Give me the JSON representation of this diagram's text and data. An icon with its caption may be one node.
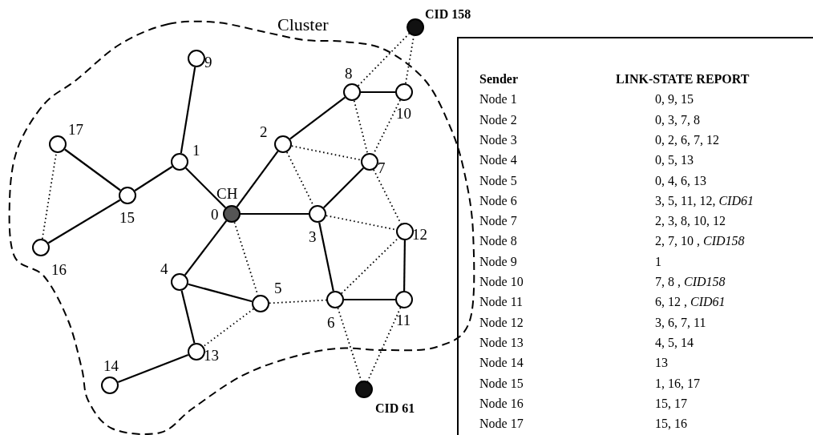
{
  "diagram": {
    "nodes": [
      {
        "text": [
          "Cluster"
        ]
      },
      {
        "text": [
          "0"
        ],
        "beside": [
          "CH"
        ],
        "in": 0
      },
      {
        "text": [
          "1"
        ],
        "in": 0
      },
      {
        "text": [
          "2"
        ],
        "in": 0
      },
      {
        "text": [
          "3"
        ],
        "in": 0
      },
      {
        "text": [
          "4"
        ],
        "in": 0
      },
      {
        "text": [
          "5"
        ],
        "in": 0
      },
      {
        "text": [
          "6"
        ],
        "in": 0
      },
      {
        "text": [
          "7"
        ],
        "in": 0
      },
      {
        "text": [
          "8"
        ],
        "in": 0
      },
      {
        "text": [
          "9"
        ],
        "in": 0
      },
      {
        "text": [
          "10"
        ],
        "in": 0
      },
      {
        "text": [
          "11"
        ],
        "in": 0
      },
      {
        "text": [
          "12"
        ],
        "in": 0
      },
      {
        "text": [
          "13"
        ],
        "in": 0
      },
      {
        "text": [
          "14"
        ],
        "in": 0
      },
      {
        "text": [
          "15"
        ],
        "in": 0
      },
      {
        "text": [
          "16"
        ],
        "in": 0
      },
      {
        "text": [
          "17"
        ],
        "in": 0
      },
      {
        "text": [
          "CID 158"
        ]
      },
      {
        "text": [
          "CID 61"
        ]
      }
    ],
    "edges": [
      {
        "from": 1,
        "to": 2,
        "arrow": "none"
      },
      {
        "from": 1,
        "to": 3,
        "arrow": "none"
      },
      {
        "from": 1,
        "to": 4,
        "arrow": "none"
      },
      {
        "from": 1,
        "to": 5,
        "arrow": "none"
      },
      {
        "from": 2,
        "to": 10,
        "arrow": "none"
      },
      {
        "from": 2,
        "to": 16,
        "arrow": "none"
      },
      {
        "from": 16,
        "to": 18,
        "arrow": "none"
      },
      {
        "from": 16,
        "to": 17,
        "arrow": "none"
      },
      {
        "from": 17,
        "to": 18,
        "arrow": "none",
        "style": "dashed"
      },
      {
        "from": 3,
        "to": 9,
        "arrow": "none"
      },
      {
        "from": 9,
        "to": 11,
        "arrow": "none"
      },
      {
        "from": 3,
        "to": 4,
        "arrow": "none",
        "style": "dashed"
      },
      {
        "from": 3,
        "to": 8,
        "arrow": "none",
        "style": "dashed"
      },
      {
        "from": 9,
        "to": 8,
        "arrow": "none",
        "style": "dashed"
      },
      {
        "from": 11,
        "to": 8,
        "arrow": "none",
        "style": "dashed"
      },
      {
        "from": 4,
        "to": 8,
        "arrow": "none"
      },
      {
        "from": 8,
        "to": 13,
        "arrow": "none",
        "style": "dashed"
      },
      {
        "from": 4,
        "to": 13,
        "arrow": "none",
        "style": "dashed"
      },
      {
        "from": 4,
        "to": 7,
        "arrow": "none"
      },
      {
        "from": 1,
        "to": 6,
        "arrow": "none",
        "style": "dashed"
      },
      {
        "from": 5,
        "to": 6,
        "arrow": "none"
      },
      {
        "from": 5,
        "to": 14,
        "arrow": "none"
      },
      {
        "from": 14,
        "to": 15,
        "arrow": "none"
      },
      {
        "from": 6,
        "to": 14,
        "arrow": "none",
        "style": "dashed"
      },
      {
        "from": 6,
        "to": 7,
        "arrow": "none",
        "style": "dashed"
      },
      {
        "from": 7,
        "to": 13,
        "arrow": "none",
        "style": "dashed"
      },
      {
        "from": 7,
        "to": 12,
        "arrow": "none"
      },
      {
        "from": 12,
        "to": 13,
        "arrow": "none"
      },
      {
        "from": 9,
        "to": 19,
        "arrow": "none",
        "style": "dashed"
      },
      {
        "from": 11,
        "to": 19,
        "arrow": "none",
        "style": "dashed"
      },
      {
        "from": 7,
        "to": 20,
        "arrow": "none",
        "style": "dashed"
      },
      {
        "from": 12,
        "to": 20,
        "arrow": "none",
        "style": "dashed"
      }
    ],
    "labels": [
      "Sender",
      "LINK-STATE REPORT",
      "Node 1",
      "0, 9, 15",
      "Node 2",
      "0, 3, 7, 8",
      "Node 3",
      "0, 2, 6, 7, 12",
      "Node 4",
      "0, 5, 13",
      "Node 5",
      "0, 4, 6, 13",
      "Node 6",
      "3, 5, 11, 12, *CID61*",
      "Node 7",
      "2, 3, 8, 10, 12",
      "Node 8",
      "2, 7, 10 , *CID158*",
      "Node 9",
      "1",
      "Node 10",
      "7, 8 , *CID158*",
      "Node 11",
      "6, 12 , *CID61*",
      "Node 12",
      "3, 6, 7, 11",
      "Node 13",
      "4, 5, 14",
      "Node 14",
      "13",
      "Node 15",
      "1, 16, 17",
      "Node 16",
      "15, 17",
      "Node 17",
      "15, 16"
    ]
  }
}
